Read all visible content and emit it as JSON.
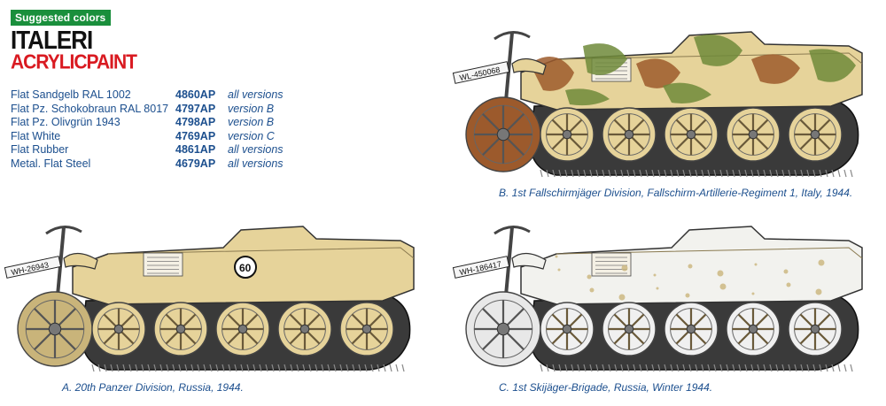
{
  "header": {
    "badge": "Suggested colors",
    "brand_line1": "ITALERI",
    "brand_line2": "ACRYLICPAINT"
  },
  "paints": [
    {
      "name": "Flat Sandgelb RAL 1002",
      "code": "4860AP",
      "note": "all versions"
    },
    {
      "name": "Flat Pz. Schokobraun RAL 8017",
      "code": "4797AP",
      "note": "version B"
    },
    {
      "name": "Flat Pz. Olivgrün 1943",
      "code": "4798AP",
      "note": "version B"
    },
    {
      "name": "Flat White",
      "code": "4769AP",
      "note": "version C"
    },
    {
      "name": "Flat Rubber",
      "code": "4861AP",
      "note": "all versions"
    },
    {
      "name": "Metal. Flat Steel",
      "code": "4679AP",
      "note": "all versions"
    }
  ],
  "versions": {
    "a": {
      "caption": "A. 20th Panzer Division, Russia, 1944.",
      "plate": "WH-26943",
      "tactical_number": "60"
    },
    "b": {
      "caption": "B. 1st Fallschirmjäger Division, Fallschirm-Artillerie-Regiment 1, Italy, 1944.",
      "plate": "WL-450068"
    },
    "c": {
      "caption": "C. 1st Skijäger-Brigade, Russia, Winter 1944.",
      "plate": "WH-186417"
    }
  },
  "colors": {
    "sand": "#e6d39a",
    "sand_dark": "#c9b47a",
    "brown": "#9c5a2c",
    "olive": "#6f8a3a",
    "white": "#f2f2ee",
    "rubber": "#3a3a3a",
    "text_blue": "#1c4f8e",
    "brand_red": "#d91a21",
    "badge_green": "#1a8f3c"
  }
}
